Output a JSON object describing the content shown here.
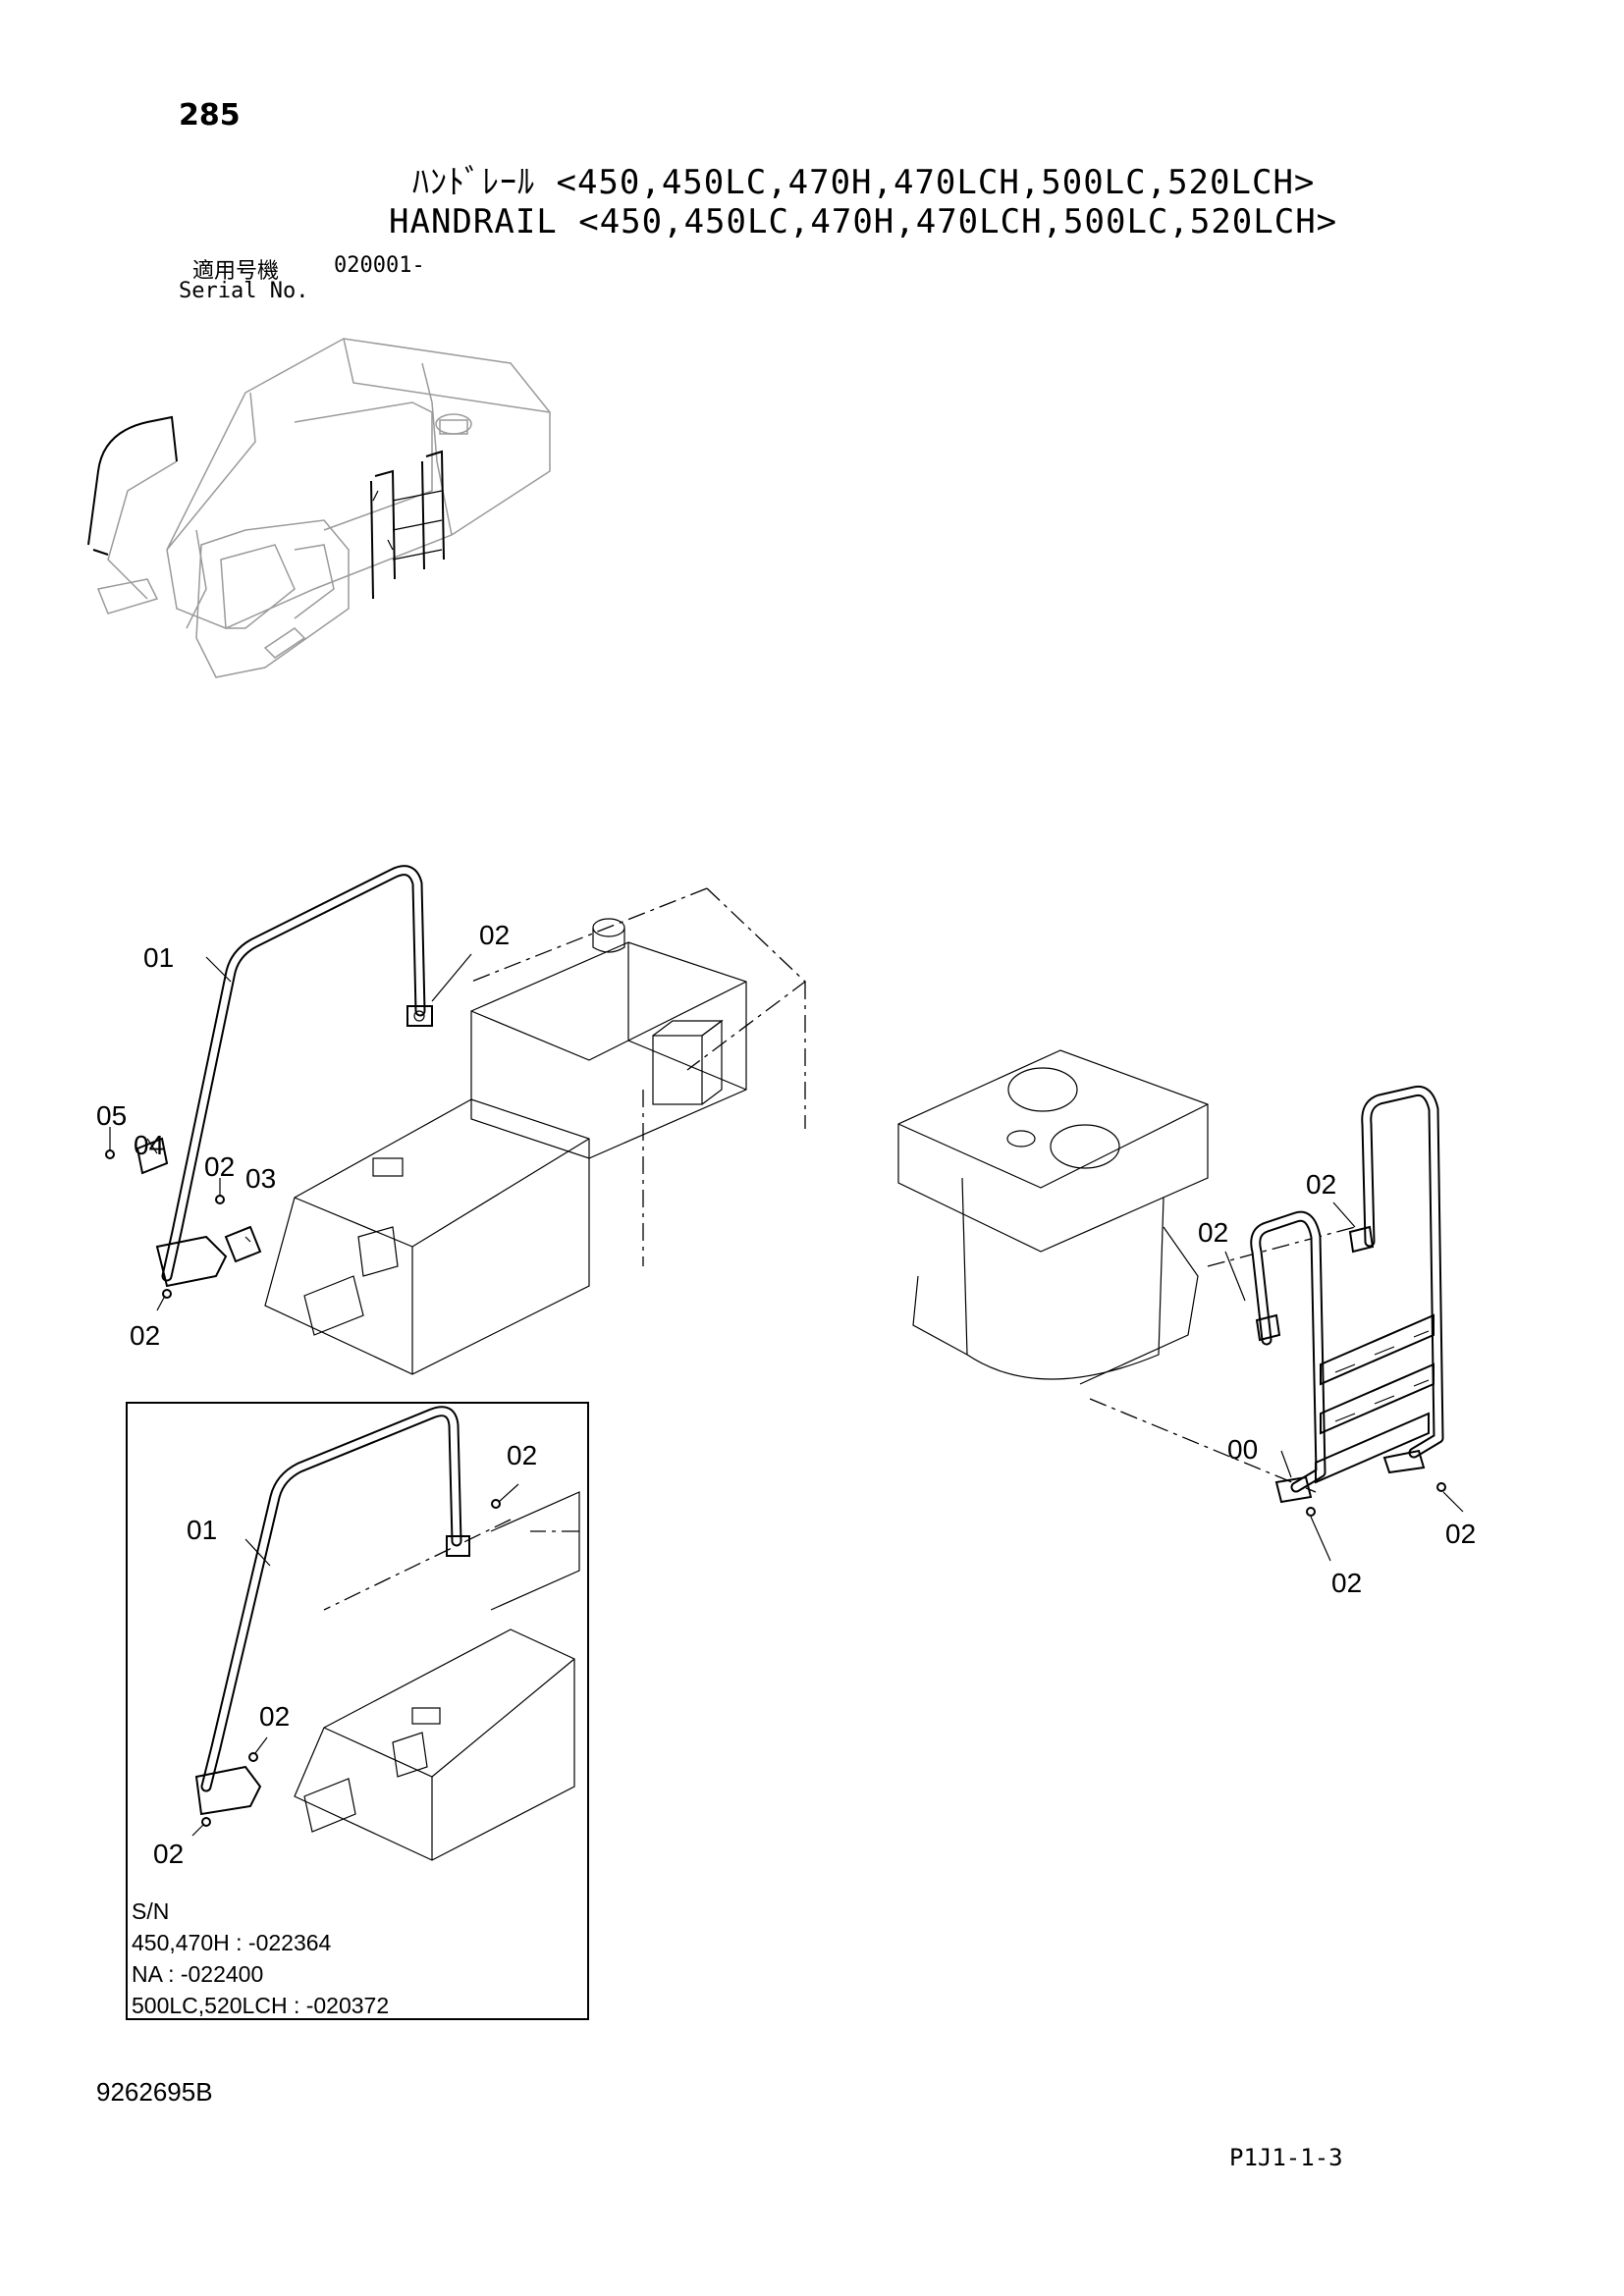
{
  "header": {
    "page_number": "285",
    "title_jp": "ﾊﾝﾄﾞﾚｰﾙ <450,450LC,470H,470LCH,500LC,520LCH>",
    "title_en": "HANDRAIL <450,450LC,470H,470LCH,500LC,520LCH>",
    "serial_label_jp": "適用号機",
    "serial_value": "020001-",
    "serial_label_en": "Serial No."
  },
  "callouts": {
    "left_01": "01",
    "left_02_top": "02",
    "left_05": "05",
    "left_04": "04",
    "left_02_mid": "02",
    "left_03": "03",
    "left_02_bottom": "02",
    "right_02_top": "02",
    "right_02_mid": "02",
    "right_00": "00",
    "right_02_right": "02",
    "right_02_bottom": "02",
    "inset_02_top": "02",
    "inset_01": "01",
    "inset_02_mid": "02",
    "inset_02_bottom": "02"
  },
  "inset_note": {
    "line1": "S/N",
    "line2": "450,470H : -022364",
    "line3": "NA : -022400",
    "line4": "500LC,520LCH : -020372"
  },
  "footer": {
    "drawing_number": "9262695B",
    "page_code": "P1J1-1-3"
  }
}
